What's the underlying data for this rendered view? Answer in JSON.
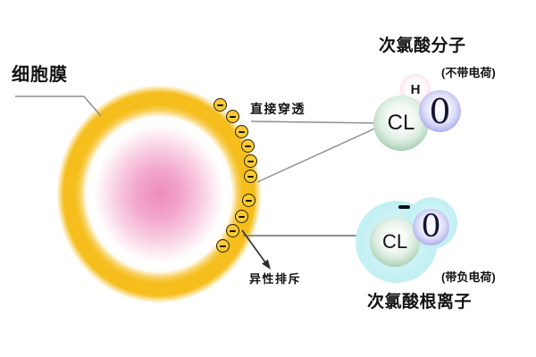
{
  "cell": {
    "membrane_label": "细胞膜",
    "membrane_charge_sign": "−"
  },
  "annotations": {
    "direct_penetration": "直接穿透",
    "repulsion": "异性排斥"
  },
  "hocl_molecule": {
    "title": "次氯酸分子",
    "charge_note": "(不带电荷)",
    "atom_h": "H",
    "atom_cl": "CL",
    "atom_o": "0"
  },
  "ocl_ion": {
    "title": "次氯酸根离子",
    "charge_note": "(带负电荷)",
    "charge_sign": "−",
    "atom_cl": "CL",
    "atom_o": "0"
  },
  "colors": {
    "membrane": "#F5BE1C",
    "cytoplasm_center": "#EE8CBA",
    "chlorine_sphere": "#74AD83",
    "oxygen_sphere": "#8B8BE2",
    "hydrogen_sphere": "#F2B3CC",
    "ion_halo": "#C3F0F3",
    "leader_line": "#8F8F8F"
  }
}
